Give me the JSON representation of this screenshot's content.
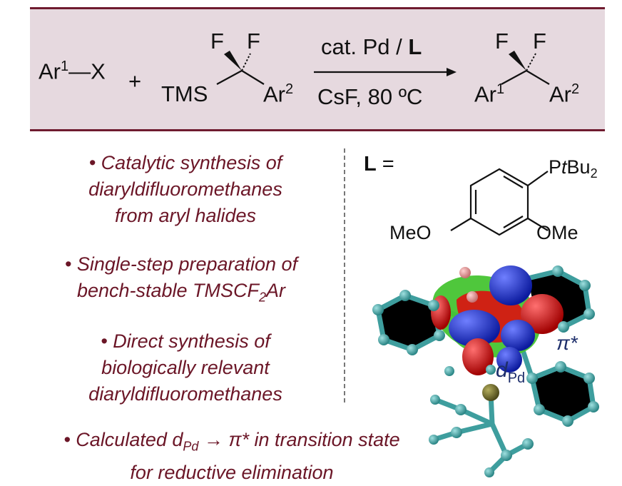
{
  "scheme": {
    "reactant1": {
      "ar": "Ar",
      "sup": "1",
      "bond": "—",
      "x": "X"
    },
    "plus": "+",
    "reactant2": {
      "f1": "F",
      "f2": "F",
      "tms": "TMS",
      "ar": "Ar",
      "sup": "2"
    },
    "conditions": {
      "above_pre": "cat. Pd / ",
      "above_bold": "L",
      "below": "CsF, 80 ºC"
    },
    "product": {
      "f1": "F",
      "f2": "F",
      "ar1": "Ar",
      "sup1": "1",
      "ar2": "Ar",
      "sup2": "2"
    }
  },
  "bullets": [
    {
      "lines": [
        "• Catalytic synthesis of",
        "diaryldifluoromethanes",
        "from aryl halides"
      ]
    },
    {
      "line1": "• Single-step preparation of",
      "line2_pre": "bench-stable TMSCF",
      "line2_sub": "2",
      "line2_post": "Ar"
    },
    {
      "lines": [
        "• Direct synthesis of",
        "biologically relevant",
        "diaryldifluoromethanes"
      ]
    },
    {
      "line1_pre": "• Calculated d",
      "line1_sub": "Pd",
      "line1_post": " → π* in transition state",
      "line2": "for reductive elimination"
    }
  ],
  "ligand": {
    "label_bold": "L",
    "label_eq": " =",
    "p_group_pre": "P",
    "p_group_t": "t",
    "p_group_bu": "Bu",
    "p_group_sub": "2",
    "ome_left": "MeO",
    "ome_right": "OMe"
  },
  "ts_labels": {
    "pi_star": "π*",
    "d": "d",
    "d_sub": "Pd"
  },
  "colors": {
    "border": "#6f1b2f",
    "box_bg": "#e6d9df",
    "bullet_text": "#6b1627",
    "atom_teal": "#3e9e9e",
    "orbital_blue": "#1a2fd0",
    "orbital_red": "#dd1010",
    "surface_green": "#46c431",
    "pd": "#6e6a2d"
  }
}
